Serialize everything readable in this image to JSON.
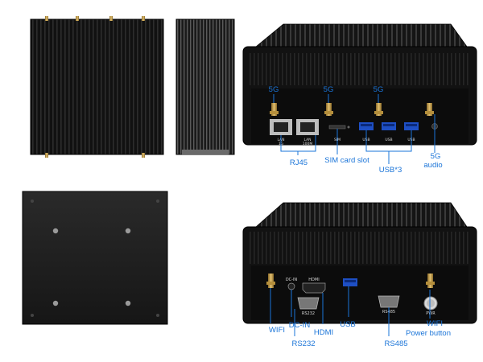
{
  "callouts": {
    "antenna_5g": "5G",
    "rj45": "RJ45",
    "sim_card_slot": "SIM card slot",
    "usb3": "USB*3",
    "audio": "audio",
    "wifi": "WIFI",
    "dc_in": "DC-IN",
    "hdmi": "HDMI",
    "usb": "USB",
    "rs232": "RS232",
    "rs485": "RS485",
    "power_button": "Power button"
  },
  "panel_printing": {
    "lan1": [
      "LAN",
      "1G"
    ],
    "lan2": [
      "LAN",
      "100M"
    ],
    "sim": "SIM",
    "usb_port": "USB",
    "dc_in": "DC-IN",
    "hdmi": "HDMI",
    "rs232": "RS232",
    "rs485": "RS485",
    "pwr": "PWR"
  },
  "colors": {
    "callout": "#1a74d8",
    "chassis": "#0d0d0d",
    "background": "#ffffff",
    "antenna_gold": "#c9a04a"
  }
}
